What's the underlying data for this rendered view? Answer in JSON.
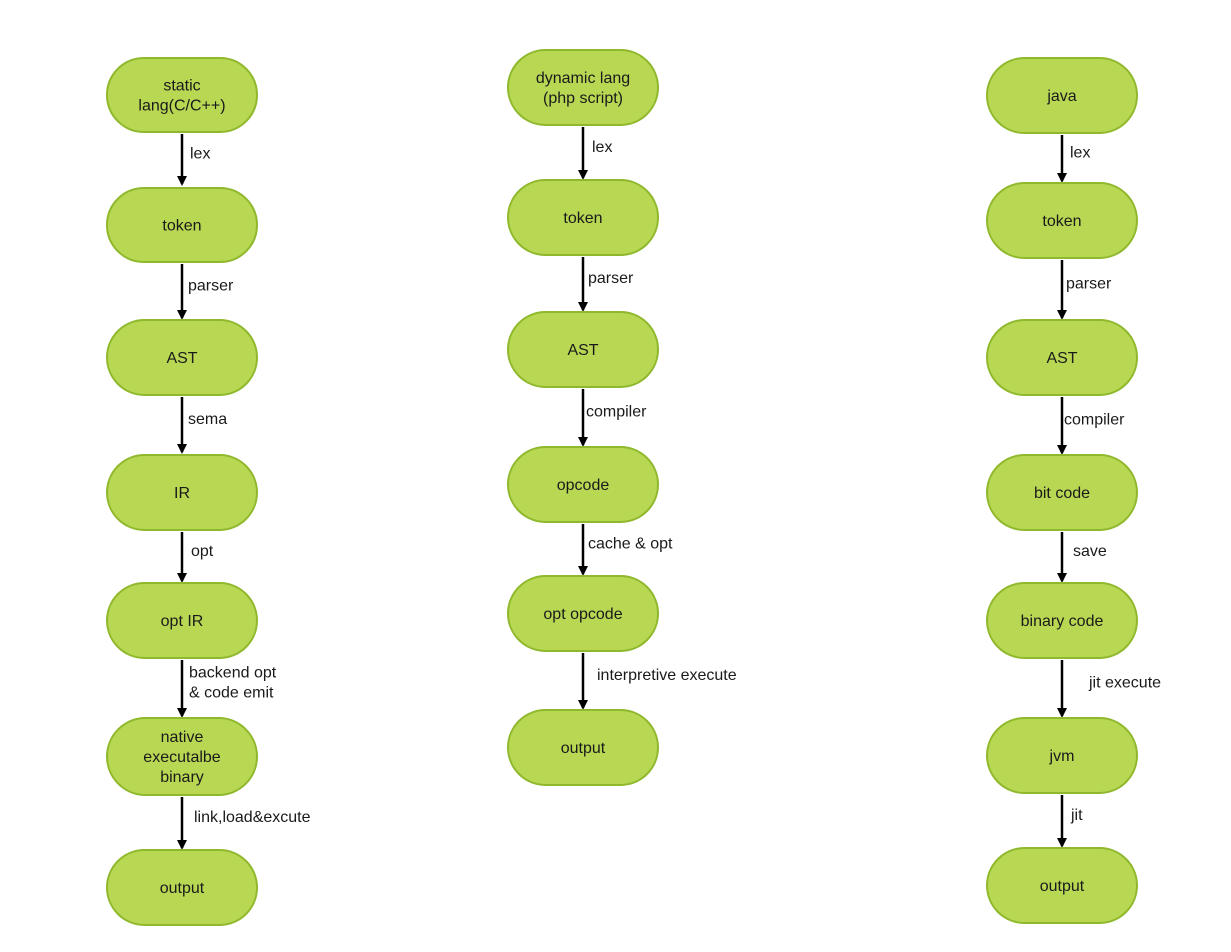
{
  "colors": {
    "node_fill": "#b8d854",
    "node_stroke": "#8fb82c",
    "arrow": "#000000",
    "text": "#1a1a1a"
  },
  "columns": [
    {
      "nodes": [
        [
          "static",
          "lang(C/C++)"
        ],
        [
          "token"
        ],
        [
          "AST"
        ],
        [
          "IR"
        ],
        [
          "opt IR"
        ],
        [
          "native",
          "executalbe",
          "binary"
        ],
        [
          "output"
        ]
      ],
      "edges": [
        [
          "lex"
        ],
        [
          "parser"
        ],
        [
          "sema"
        ],
        [
          "opt"
        ],
        [
          "backend opt",
          "& code emit"
        ],
        [
          "link,load&excute"
        ]
      ]
    },
    {
      "nodes": [
        [
          "dynamic lang",
          "(php script)"
        ],
        [
          "token"
        ],
        [
          "AST"
        ],
        [
          "opcode"
        ],
        [
          "opt opcode"
        ],
        [
          "output"
        ]
      ],
      "edges": [
        [
          "lex"
        ],
        [
          "parser"
        ],
        [
          "compiler"
        ],
        [
          "cache & opt"
        ],
        [
          "interpretive execute"
        ]
      ]
    },
    {
      "nodes": [
        [
          "java"
        ],
        [
          "token"
        ],
        [
          "AST"
        ],
        [
          "bit code"
        ],
        [
          "binary code"
        ],
        [
          "jvm"
        ],
        [
          "output"
        ]
      ],
      "edges": [
        [
          "lex"
        ],
        [
          "parser"
        ],
        [
          "compiler"
        ],
        [
          "save"
        ],
        [
          "jit execute"
        ],
        [
          "jit"
        ]
      ]
    }
  ]
}
